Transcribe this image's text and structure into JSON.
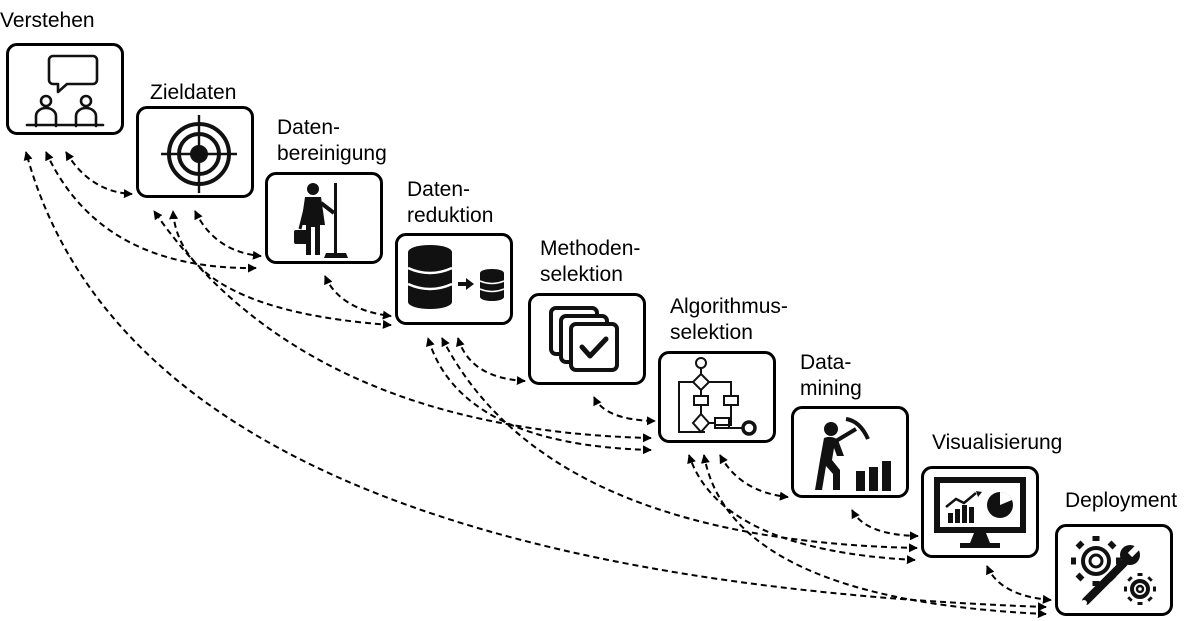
{
  "steps": [
    {
      "label": [
        "Verstehen"
      ],
      "icon": "meeting-icon"
    },
    {
      "label": [
        "Zieldaten"
      ],
      "icon": "target-icon"
    },
    {
      "label": [
        "Daten-",
        "bereinigung"
      ],
      "icon": "cleaner-icon"
    },
    {
      "label": [
        "Daten-",
        "reduktion"
      ],
      "icon": "database-reduction-icon"
    },
    {
      "label": [
        "Methoden-",
        "selektion"
      ],
      "icon": "method-selection-icon"
    },
    {
      "label": [
        "Algorithmus-",
        "selektion"
      ],
      "icon": "flowchart-icon"
    },
    {
      "label": [
        "Data-",
        "mining"
      ],
      "icon": "miner-icon"
    },
    {
      "label": [
        "Visualisierung"
      ],
      "icon": "monitor-chart-icon"
    },
    {
      "label": [
        "Deployment"
      ],
      "icon": "gear-wrench-icon"
    }
  ],
  "colors": {
    "line": "#000000",
    "icon": "#111111",
    "background": "#ffffff"
  }
}
